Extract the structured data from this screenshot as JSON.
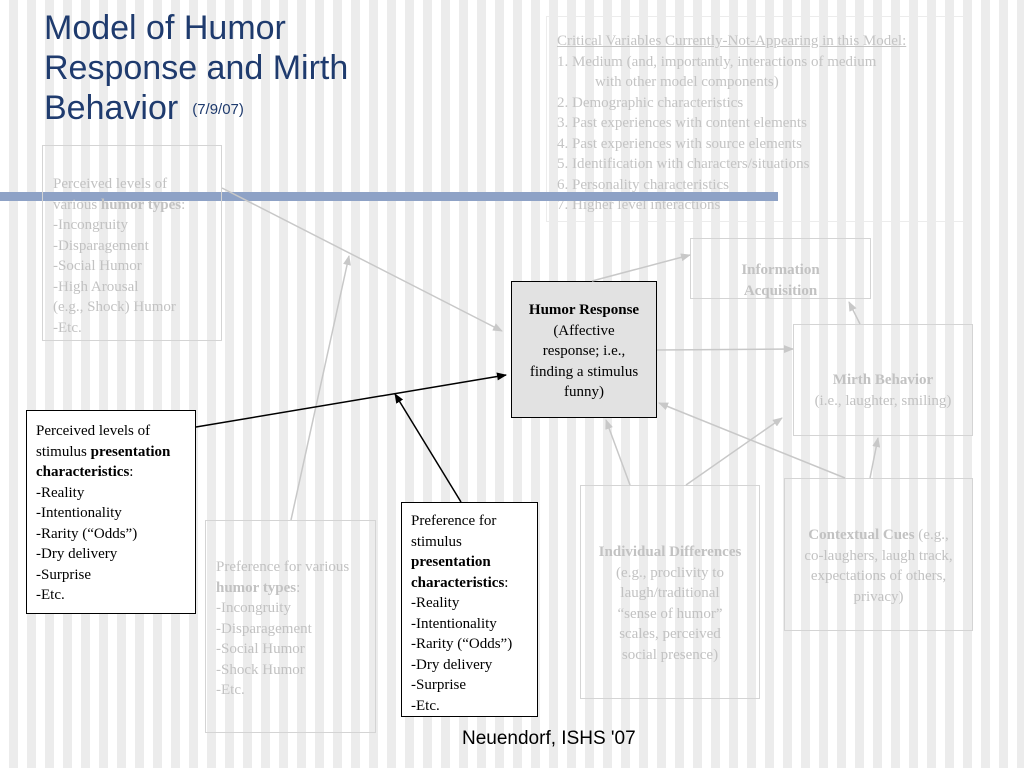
{
  "title": {
    "main_line1": "Model of Humor",
    "main_line2": "Response and Mirth",
    "main_line3": "Behavior",
    "date": "(7/9/07)"
  },
  "critical_variables": {
    "heading": "Critical Variables Currently-Not-Appearing in this Model:",
    "items": [
      "1.  Medium (and, importantly, interactions of medium",
      "with other model components)",
      "2.  Demographic characteristics",
      "3.  Past experiences with content elements",
      "4.  Past experiences with source elements",
      "5.  Identification with characters/situations",
      "6.  Personality characteristics",
      "7.  Higher level interactions"
    ]
  },
  "boxes": {
    "humor_types": {
      "line1": "Perceived levels of",
      "line2_pre": "various ",
      "line2_bold": "humor types",
      "line2_post": ":",
      "items": [
        "-Incongruity",
        "-Disparagement",
        "-Social Humor",
        "-High Arousal",
        "(e.g., Shock) Humor",
        "-Etc."
      ]
    },
    "presentation_perceived": {
      "line1": "Perceived levels of",
      "line2_pre": "stimulus ",
      "line2_bold": "presentation",
      "line3_bold": "characteristics",
      "line3_post": ":",
      "items": [
        "-Reality",
        "-Intentionality",
        "-Rarity (“Odds”)",
        "-Dry delivery",
        "-Surprise",
        "-Etc."
      ]
    },
    "preference_humor_types": {
      "line1": "Preference for various",
      "line2_bold": "humor types",
      "line2_post": ":",
      "items": [
        "-Incongruity",
        "-Disparagement",
        "-Social Humor",
        "-Shock Humor",
        "-Etc."
      ]
    },
    "preference_presentation": {
      "line1": "Preference for",
      "line2": "stimulus",
      "line3_bold": "presentation",
      "line4_bold": "characteristics",
      "line4_post": ":",
      "items": [
        "-Reality",
        "-Intentionality",
        "-Rarity (“Odds”)",
        "-Dry delivery",
        "-Surprise",
        "-Etc."
      ]
    },
    "humor_response": {
      "title": "Humor Response",
      "lines": [
        "(Affective",
        "response; i.e.,",
        "finding a stimulus",
        "funny)"
      ]
    },
    "information_acquisition": {
      "line1": "Information",
      "line2": "Acquisition"
    },
    "mirth_behavior": {
      "title": "Mirth Behavior",
      "detail": "(i.e., laughter, smiling)"
    },
    "individual_differences": {
      "title": "Individual Differences",
      "lines": [
        "(e.g., proclivity to",
        "laugh/traditional",
        "“sense of humor”",
        "scales,  perceived",
        "social presence)"
      ]
    },
    "contextual_cues": {
      "title": "Contextual Cues",
      "title_post": " (e.g.,",
      "lines": [
        "co-laughers, laugh track,",
        "expectations of others,",
        "privacy)"
      ]
    }
  },
  "footer": "Neuendorf, ISHS '07",
  "colors": {
    "title": "#1f3b6e",
    "accent_bar": "#8ea2c6",
    "faint_text": "#c2c2c2",
    "response_fill": "#e2e2e2"
  }
}
